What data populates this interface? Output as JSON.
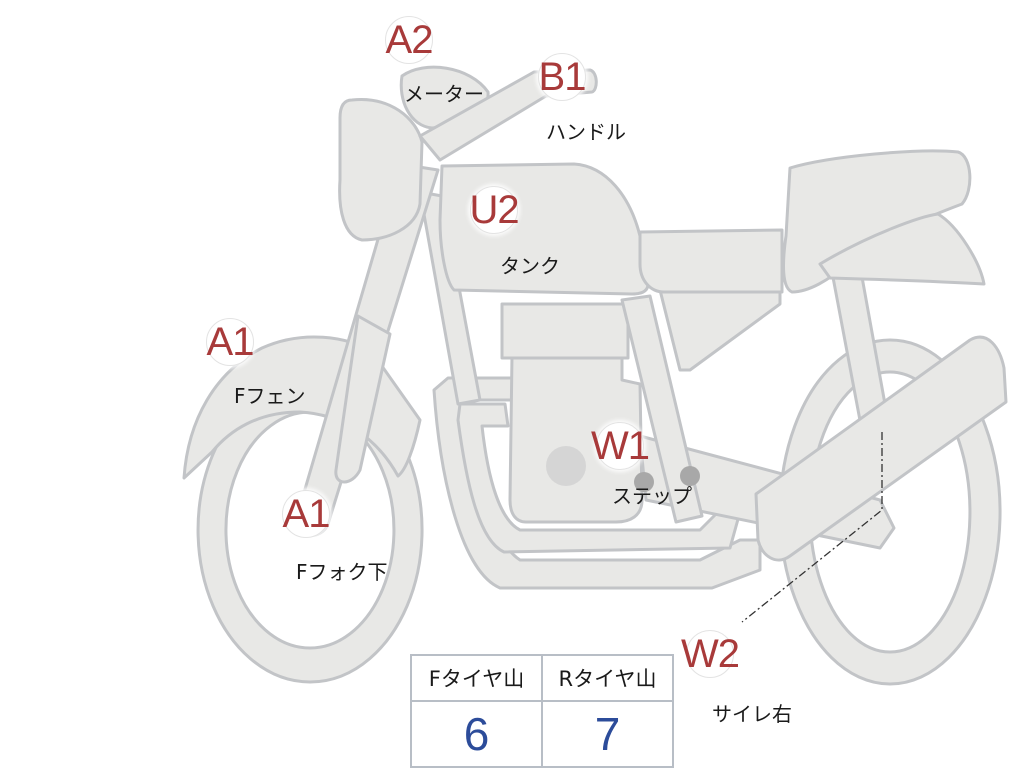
{
  "diagram": {
    "colors": {
      "body_fill": "#e8e8e6",
      "outline": "#c2c4c7",
      "code_text": "#a83a3a",
      "value_text": "#2c4c9a"
    },
    "parts": [
      {
        "code": "A2",
        "label": "メーター"
      },
      {
        "code": "B1",
        "label": "ハンドル"
      },
      {
        "code": "U2",
        "label": "タンク"
      },
      {
        "code": "A1",
        "label": "Fフェン"
      },
      {
        "code": "A1",
        "label": "Fフォク下"
      },
      {
        "code": "W1",
        "label": "ステップ"
      },
      {
        "code": "W2",
        "label": "サイレ右"
      }
    ],
    "tread_table": {
      "headers": [
        "Fタイヤ山",
        "Rタイヤ山"
      ],
      "values": [
        "6",
        "7"
      ]
    }
  }
}
